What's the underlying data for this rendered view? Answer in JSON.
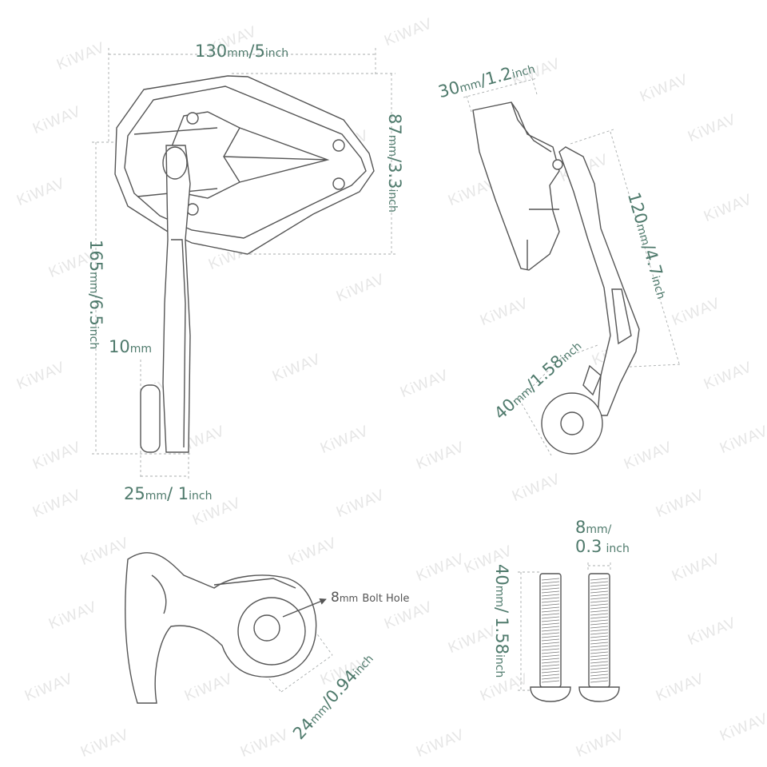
{
  "watermark": "KiWAV",
  "colors": {
    "dimension_text": "#4f7a6c",
    "outline": "#555555",
    "dim_line": "#9aa0a0",
    "watermark": "#e6e6e6"
  },
  "dims": {
    "width_top": {
      "mm": "130",
      "mm_unit": "mm",
      "sep": "/",
      "inch": "5",
      "inch_unit": "inch"
    },
    "height_head": {
      "mm": "87",
      "mm_unit": "mm",
      "sep": "/",
      "inch": "3.3",
      "inch_unit": "inch"
    },
    "total_len": {
      "mm": "165",
      "mm_unit": "mm",
      "sep": "/",
      "inch": "6.5",
      "inch_unit": "inch"
    },
    "small_10": {
      "mm": "10",
      "mm_unit": "mm"
    },
    "bottom_25": {
      "mm": "25",
      "mm_unit": "mm",
      "sep": "/ ",
      "inch": "1",
      "inch_unit": "inch"
    },
    "side_30": {
      "mm": "30",
      "mm_unit": "mm",
      "sep": "/",
      "inch": "1.2",
      "inch_unit": "inch"
    },
    "side_120": {
      "mm": "120",
      "mm_unit": "mm",
      "sep": "/",
      "inch": "4.7",
      "inch_unit": "inch"
    },
    "side_40": {
      "mm": "40",
      "mm_unit": "mm",
      "sep": "/",
      "inch": "1.58",
      "inch_unit": "inch"
    },
    "bolt_hole": {
      "mm": "8",
      "mm_unit": "mm",
      "label": "Bolt Hole"
    },
    "clamp_24": {
      "mm": "24",
      "mm_unit": "mm",
      "sep": "/",
      "inch": "0.94",
      "inch_unit": "inch"
    },
    "bolt_dia": {
      "mm": "8",
      "mm_unit": "mm/",
      "inch": "0.3",
      "inch_unit": "inch"
    },
    "bolt_len": {
      "mm": "40",
      "mm_unit": "mm",
      "sep": "/",
      "inch": "1.58",
      "inch_unit": "inch"
    }
  }
}
